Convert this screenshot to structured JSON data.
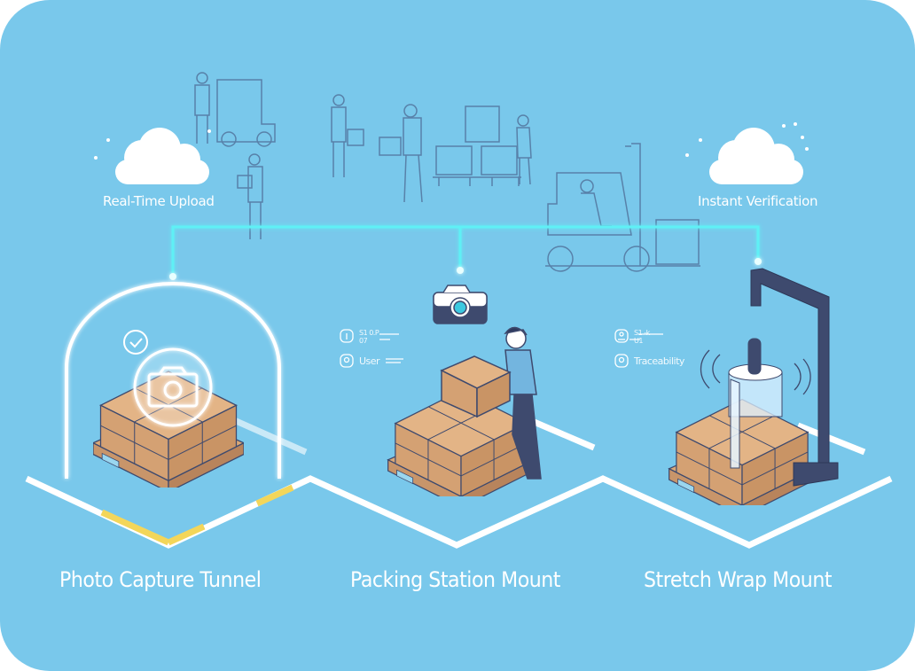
{
  "header_features": [
    {
      "label": "Real-Time Upload",
      "icon": "cloud-icon"
    },
    {
      "label": "Instant Verification",
      "icon": "cloud-icon"
    }
  ],
  "stations": [
    {
      "title": "Photo Capture Tunnel",
      "icons": [
        "check-circle-icon",
        "camera-icon"
      ]
    },
    {
      "title": "Packing Station Mount",
      "icons": [
        "camera-icon"
      ],
      "info_rows": [
        {
          "icon": "info-icon",
          "text": "S1 0.P",
          "sub": "07"
        },
        {
          "icon": "location-pin-icon",
          "text": "User"
        }
      ]
    },
    {
      "title": "Stretch Wrap Mount",
      "icons": [
        "stretch-wrap-arm-icon"
      ],
      "info_rows": [
        {
          "icon": "network-icon",
          "text": "S1 -k",
          "sub": "U1"
        },
        {
          "icon": "location-pin-icon",
          "text": "Traceability"
        }
      ]
    }
  ],
  "colors": {
    "background": "#79c8eb",
    "glow_line": "#5ff0f5",
    "box": "#d9a878",
    "outline": "#3e4a6e",
    "floor_line": "#ffffff",
    "floor_accent": "#f3d65a"
  }
}
